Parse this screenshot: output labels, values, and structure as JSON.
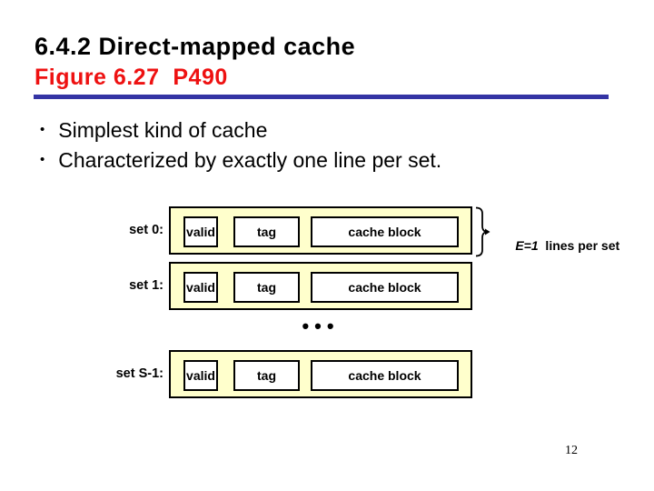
{
  "slide": {
    "title": "6.4.2 Direct-mapped cache",
    "subtitle": "Figure 6.27  P490",
    "bullet_char": "•",
    "bullets": [
      "Simplest kind of cache",
      "Characterized by exactly one line per set."
    ],
    "page_number": "12",
    "colors": {
      "title": "#000000",
      "subtitle_red": "#ee1111",
      "rule_blue": "#3434a4",
      "row_fill": "#ffffcc",
      "box_border": "#000000",
      "background": "#ffffff"
    }
  },
  "diagram": {
    "rows": [
      {
        "label": "set 0:",
        "cells": [
          "valid",
          "tag",
          "cache block"
        ]
      },
      {
        "label": "set 1:",
        "cells": [
          "valid",
          "tag",
          "cache block"
        ]
      },
      {
        "label": "set S-1:",
        "cells": [
          "valid",
          "tag",
          "cache block"
        ]
      }
    ],
    "ellipsis": "•••",
    "annotation": {
      "e_term": "E=1",
      "rest": "  lines per set"
    }
  }
}
